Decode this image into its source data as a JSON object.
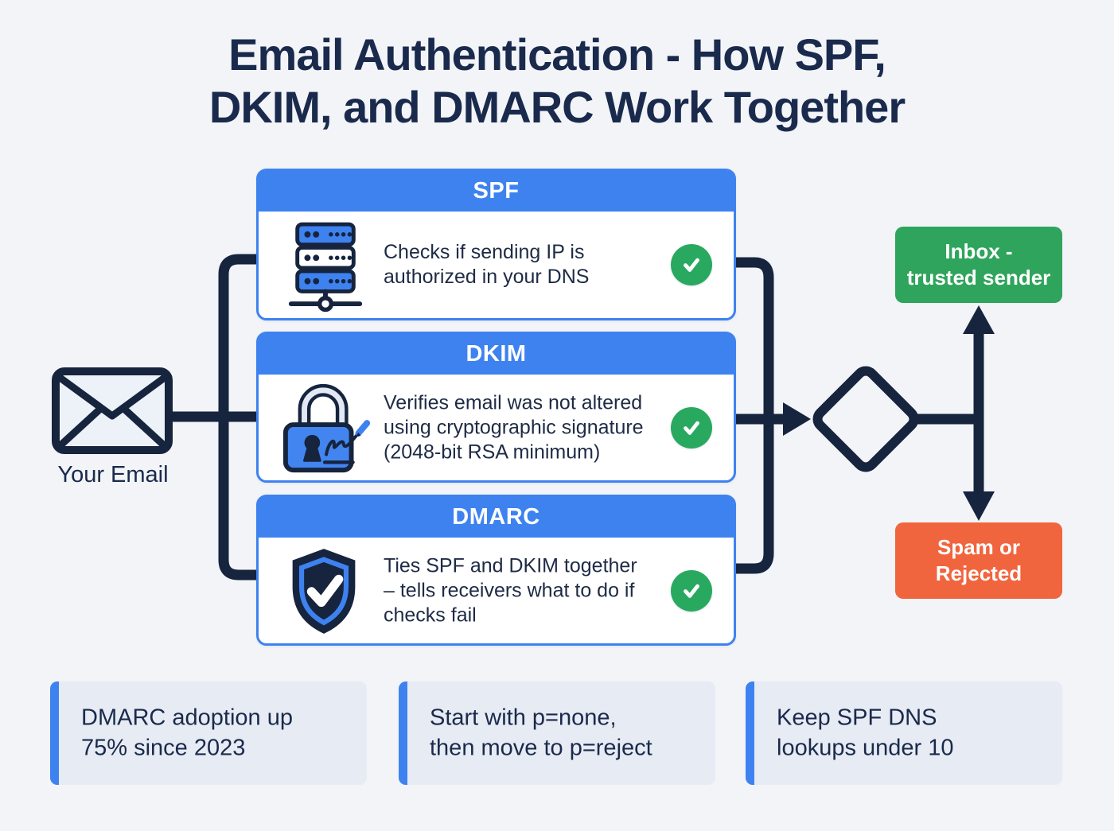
{
  "title": "Email Authentication - How SPF,\nDKIM, and DMARC Work Together",
  "source": {
    "label": "Your Email"
  },
  "cards": [
    {
      "id": "spf",
      "header": "SPF",
      "description": "Checks if sending IP is\nauthorized in your DNS",
      "icon": "server-icon",
      "status": "pass"
    },
    {
      "id": "dkim",
      "header": "DKIM",
      "description": "Verifies email was not altered\nusing cryptographic signature\n(2048-bit RSA minimum)",
      "icon": "lock-signature-icon",
      "status": "pass"
    },
    {
      "id": "dmarc",
      "header": "DMARC",
      "description": "Ties SPF and DKIM together\n– tells receivers what to do if\nchecks fail",
      "icon": "shield-check-icon",
      "status": "pass"
    }
  ],
  "outcomes": {
    "pass": {
      "label": "Inbox -\ntrusted sender",
      "color": "#2FA45C"
    },
    "fail": {
      "label": "Spam or\nRejected",
      "color": "#F0653E"
    }
  },
  "tips": [
    {
      "text": "DMARC adoption up\n75% since 2023"
    },
    {
      "text": "Start with p=none,\nthen move to p=reject"
    },
    {
      "text": "Keep SPF DNS\nlookups under 10"
    }
  ],
  "colors": {
    "background": "#F2F4F8",
    "accent_blue": "#3E82F0",
    "navy": "#16243E",
    "check_green": "#28A95F",
    "inbox_green": "#2FA45C",
    "spam_orange": "#F0653E",
    "tip_background": "#E7EBF3"
  }
}
